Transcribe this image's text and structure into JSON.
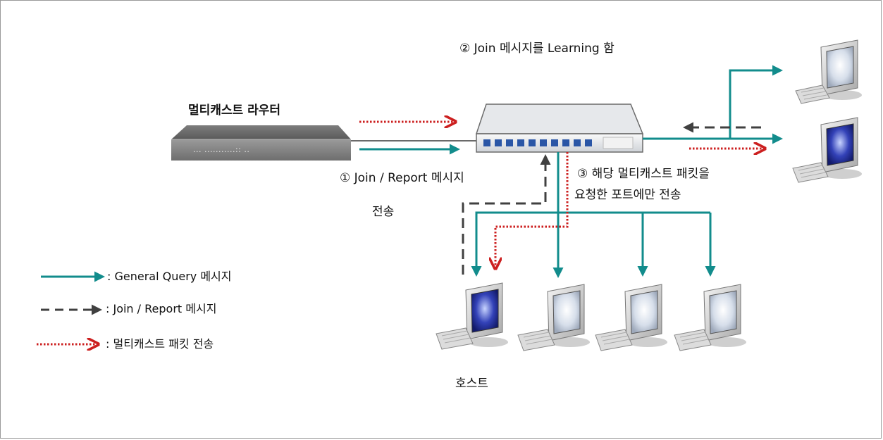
{
  "router": {
    "label": "멀티캐스트 라우터",
    "port_dots": "...   ...........:: .."
  },
  "steps": {
    "step1_line1": "① Join / Report 메시지",
    "step1_line2": "전송",
    "step2": "② Join 메시지를 Learning 함",
    "step3_line1": "③ 해당 멀티캐스트 패킷을",
    "step3_line2": "요청한 포트에만 전송"
  },
  "hosts_label": "호스트",
  "legend": {
    "general_query": ": General Query  메시지",
    "join_report": ": Join / Report  메시지",
    "multicast_packet": ":  멀티캐스트  패킷  전송"
  },
  "colors": {
    "general_query": "#128c8c",
    "join_report": "#404040",
    "multicast": "#cc1f1f",
    "monitor_active_screen": "#1f2a8c",
    "monitor_idle_screen": "#c9d3e2"
  }
}
